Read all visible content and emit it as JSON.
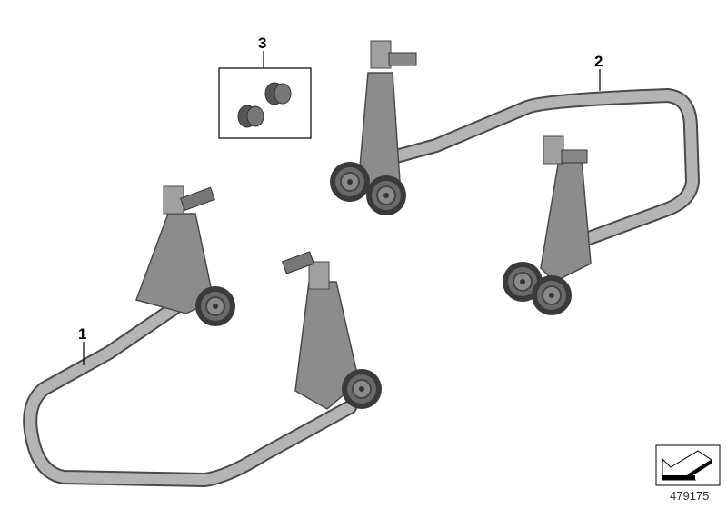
{
  "diagram": {
    "callouts": [
      {
        "label": "1",
        "part": "front-stand"
      },
      {
        "label": "2",
        "part": "rear-stand"
      },
      {
        "label": "3",
        "part": "rubber-pads"
      }
    ],
    "reference_number": "479175",
    "corner_icon": "arrow-pointing-down-left-icon",
    "colors": {
      "tube": "#b4b4b4",
      "outline": "#4a4a4a",
      "wheel": "#555555"
    }
  }
}
